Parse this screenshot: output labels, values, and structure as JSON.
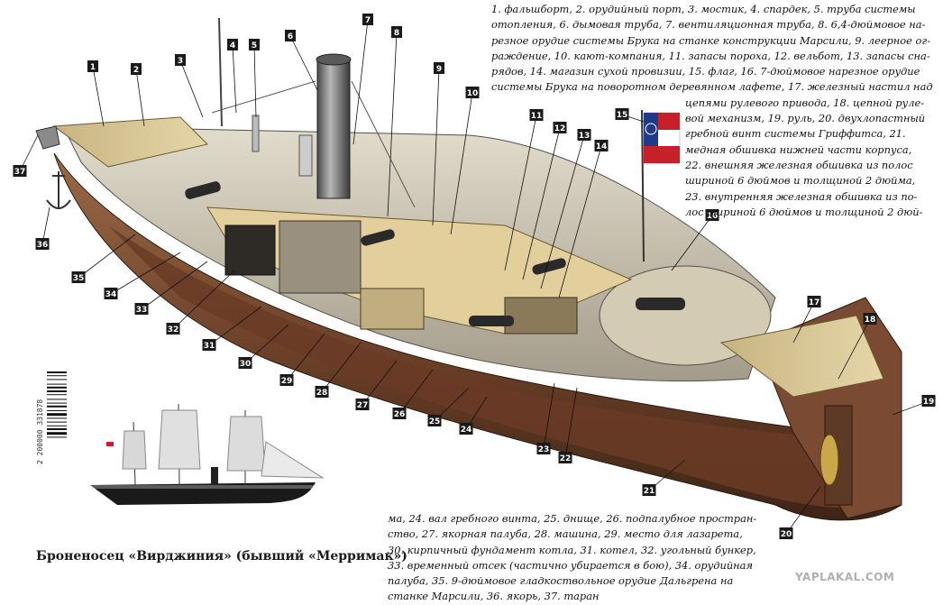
{
  "legend_top": [
    "1. фальшборт, 2. орудийный порт, 3. мостик, 4. спардек, 5. труба системы",
    "отопления, 6. дымовая труба, 7. вентиляционная труба, 8. 6,4-дюймовое на-",
    "резное орудие системы Брука на станке конструкции Марсили, 9. леерное ог-",
    "раждение, 10. кают-компания, 11. запасы пороха, 12. вельбот, 13. запасы сна-",
    "рядов, 14. магазин сухой провизии, 15. флаг, 16. 7-дюймовое нарезное орудие",
    "системы Брука на поворотном деревянном лафете, 17. железный настил над",
    "цепями рулевого привода, 18. цепной руле-",
    "вой механизм, 19. руль, 20. двухлопастный",
    "гребной винт системы Гриффитса, 21.",
    "медная обшивка нижней части корпуса,",
    "22. внешняя железная обшивка из полос",
    "шириной 6 дюймов и толщиной 2 дюйма,",
    "23. внутренняя железная обшивка из по-",
    "лос шириной 6 дюймов и толщиной 2 дюй-"
  ],
  "legend_bottom": [
    "ма, 24. вал гребного винта, 25. днище, 26. подпалубное простран-",
    "ство, 27. якорная палуба, 28. машина, 29. место для лазарета,",
    "30. кирпичный фундамент котла, 31. котел, 32. угольный бункер,",
    "33. временный отсек (частично убирается в бою), 34. орудийная",
    "палуба, 35. 9-дюймовое гладкоствольное орудие Дальгрена на",
    "станке Марсили, 36. якорь, 37. таран"
  ],
  "caption": "Броненосец «Вирджиния» (бывший «Мерримак»)",
  "watermark": "YAPLAKAL.COM",
  "barcode_digits": "2 200000 331878",
  "callouts": [
    "1",
    "2",
    "3",
    "4",
    "5",
    "6",
    "7",
    "8",
    "9",
    "10",
    "11",
    "12",
    "13",
    "14",
    "15",
    "16",
    "17",
    "18",
    "19",
    "20",
    "21",
    "22",
    "23",
    "24",
    "25",
    "26",
    "27",
    "28",
    "29",
    "30",
    "31",
    "32",
    "33",
    "34",
    "35",
    "36",
    "37"
  ],
  "colors": {
    "hull_upper": "#8a5a3c",
    "hull_lower": "#5a3522",
    "copper": "#7a4a33",
    "deck": "#d9c79a",
    "casemate": "#c9c2b2",
    "callout_box": "#1a1a1a",
    "flag_red": "#c8202a",
    "flag_blue": "#1f3a8a"
  }
}
